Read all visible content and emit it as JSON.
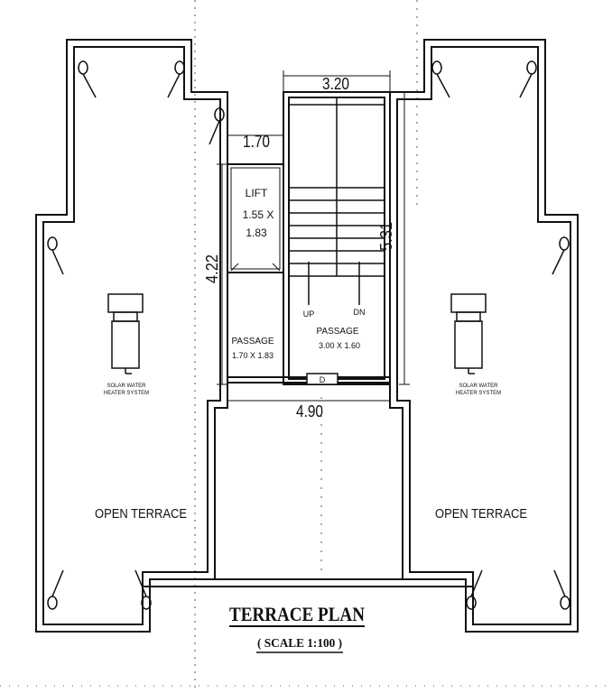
{
  "drawing": {
    "title": "TERRACE PLAN",
    "scale": "( SCALE 1:100 )"
  },
  "dimensions": {
    "stair_width": "3.20",
    "lift_gap": "1.70",
    "core_depth": "5.31",
    "lift_height": "4.22",
    "core_width": "4.90"
  },
  "core": {
    "lift_label": "LIFT",
    "lift_size_1": "1.55 X",
    "lift_size_2": "1.83",
    "up_label": "UP",
    "dn_label": "DN",
    "passage_left_label": "PASSAGE",
    "passage_left_size": "1.70 X 1.83",
    "passage_right_label": "PASSAGE",
    "passage_right_size": "3.00 X 1.60",
    "door_mark": "D"
  },
  "left_wing": {
    "label": "OPEN TERRACE",
    "heater_line1": "SOLAR WATER",
    "heater_line2": "HEATER SYSTEM"
  },
  "right_wing": {
    "label": "OPEN TERRACE",
    "heater_line1": "SOLAR WATER",
    "heater_line2": "HEATER SYSTEM"
  }
}
